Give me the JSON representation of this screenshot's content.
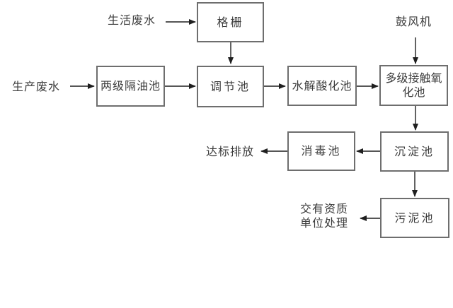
{
  "diagram": {
    "background": "#ffffff",
    "colors": {
      "box_border": "#6e6e6e",
      "text": "#3c3c3c",
      "arrow": "#1f1f1f"
    },
    "boxes": [
      {
        "id": "bar-screen",
        "label": "格栅"
      },
      {
        "id": "oil-separator",
        "label": "两级隔油池"
      },
      {
        "id": "regulating-tank",
        "label": "调节池"
      },
      {
        "id": "hydrolysis-tank",
        "label": "水解酸化池"
      },
      {
        "id": "oxidation-tank",
        "label": "多级接触氧\n化池"
      },
      {
        "id": "sedimentation-tank",
        "label": "沉淀池"
      },
      {
        "id": "disinfection-tank",
        "label": "消毒池"
      },
      {
        "id": "sludge-tank",
        "label": "污泥池"
      }
    ],
    "labels": [
      {
        "id": "domestic-wastewater",
        "text": "生活废水"
      },
      {
        "id": "production-wastewater",
        "text": "生产废水"
      },
      {
        "id": "blower",
        "text": "鼓风机"
      },
      {
        "id": "discharge",
        "text": "达标排放"
      },
      {
        "id": "qualified-disposal",
        "text": "交有资质\n单位处理"
      }
    ],
    "edges": [
      {
        "from": "生活废水",
        "to": "格栅"
      },
      {
        "from": "格栅",
        "to": "调节池"
      },
      {
        "from": "生产废水",
        "to": "两级隔油池"
      },
      {
        "from": "两级隔油池",
        "to": "调节池"
      },
      {
        "from": "调节池",
        "to": "水解酸化池"
      },
      {
        "from": "水解酸化池",
        "to": "多级接触氧化池"
      },
      {
        "from": "鼓风机",
        "to": "多级接触氧化池"
      },
      {
        "from": "多级接触氧化池",
        "to": "沉淀池"
      },
      {
        "from": "沉淀池",
        "to": "消毒池"
      },
      {
        "from": "消毒池",
        "to": "达标排放"
      },
      {
        "from": "沉淀池",
        "to": "污泥池"
      },
      {
        "from": "污泥池",
        "to": "交有资质单位处理"
      }
    ]
  }
}
